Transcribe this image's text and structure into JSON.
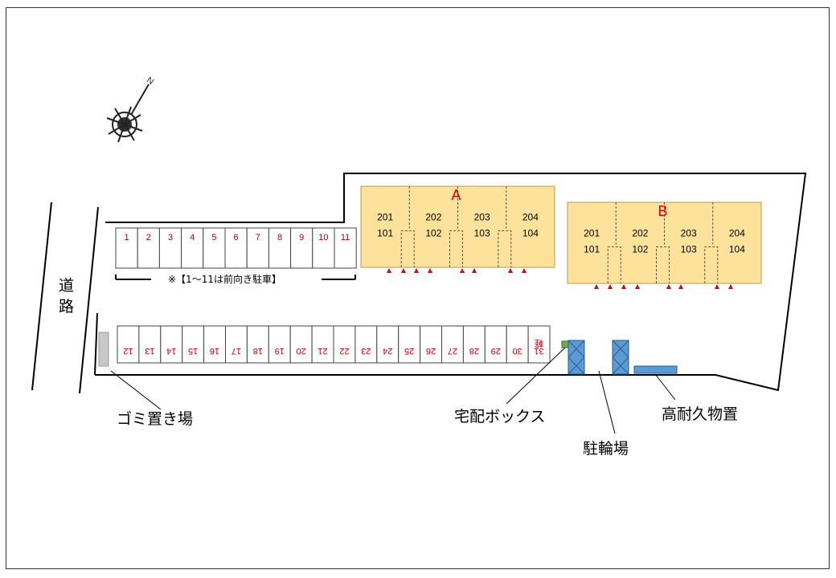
{
  "road_label": [
    "道",
    "路"
  ],
  "parking_front_note": "※【1～11は前向き駐車】",
  "parking_top": [
    "1",
    "2",
    "3",
    "4",
    "5",
    "6",
    "7",
    "8",
    "9",
    "10",
    "11"
  ],
  "parking_bottom": [
    "12",
    "13",
    "14",
    "15",
    "16",
    "17",
    "18",
    "19",
    "20",
    "21",
    "22",
    "23",
    "24",
    "25",
    "26",
    "27",
    "28",
    "29",
    "30",
    "31"
  ],
  "parking_bottom_extra": "軽",
  "building_a": {
    "name": "A",
    "upper_units": [
      "201",
      "202",
      "203",
      "204"
    ],
    "lower_units": [
      "101",
      "102",
      "103",
      "104"
    ]
  },
  "building_b": {
    "name": "B",
    "upper_units": [
      "201",
      "202",
      "203",
      "204"
    ],
    "lower_units": [
      "101",
      "102",
      "103",
      "104"
    ]
  },
  "facilities": {
    "garbage": "ゴミ置き場",
    "delivery_box": "宅配ボックス",
    "bicycle": "駐輪場",
    "storage": "高耐久物置"
  },
  "colors": {
    "building_fill": "#fde29b",
    "building_label": "#e00000",
    "parking_number": "#c00000",
    "bicycle_fill": "#5b9bd5",
    "delivery_box_fill": "#70ad47",
    "garbage_fill": "#c8c8c8",
    "entrance_marker": "#e00000"
  }
}
